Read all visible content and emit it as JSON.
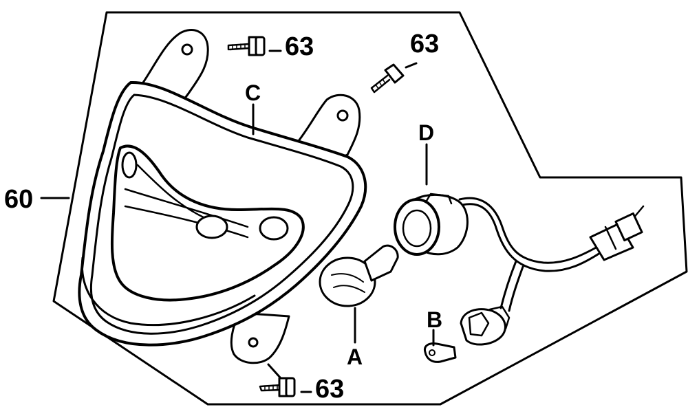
{
  "diagram": {
    "part_labels": {
      "assembly": "60",
      "bolt_top_left": "63",
      "bolt_top_right": "63",
      "bolt_bottom": "63",
      "lens_cover": "C",
      "socket": "D",
      "bulb": "A",
      "small_bulb": "B"
    },
    "colors": {
      "line": "#000000",
      "background": "#ffffff"
    }
  }
}
